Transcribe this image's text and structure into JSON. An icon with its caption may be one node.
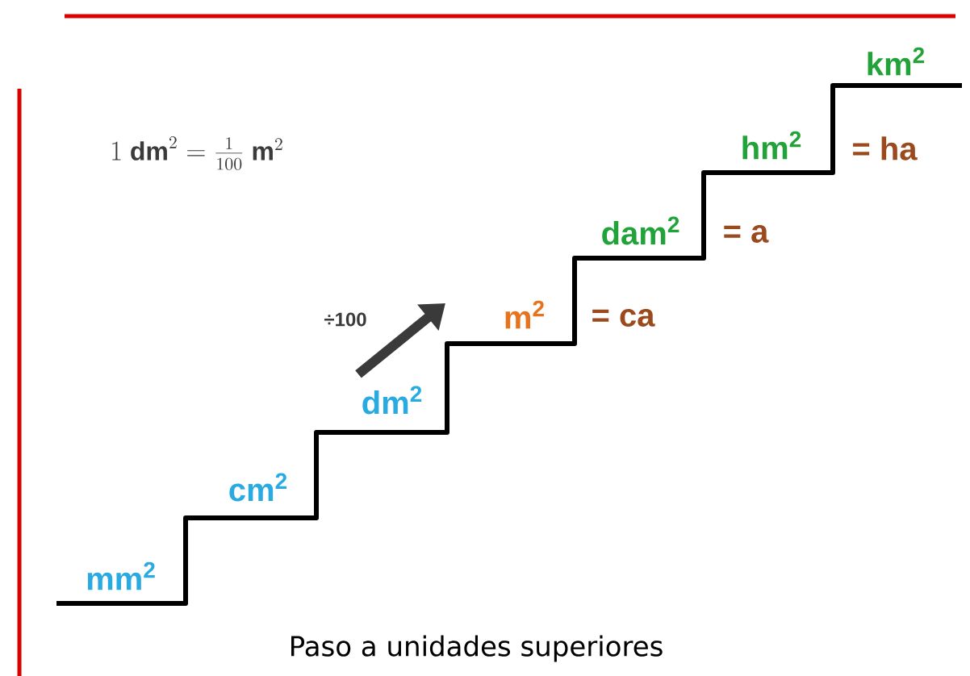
{
  "diagram": {
    "caption": "Paso a unidades superiores",
    "labels": [
      "1\\ \\mathbf{dm}^{2} = \\frac{1}{100}\\ \\mathbf{m}^{2}",
      "km$^{2}$",
      "hm$^{2}$",
      "= ha",
      "dam$^{2}$",
      "= a",
      "÷100",
      "m$^{2}$",
      "= ca",
      "dm$^{2}$",
      "cm$^{2}$",
      "mm$^{2}$"
    ]
  }
}
